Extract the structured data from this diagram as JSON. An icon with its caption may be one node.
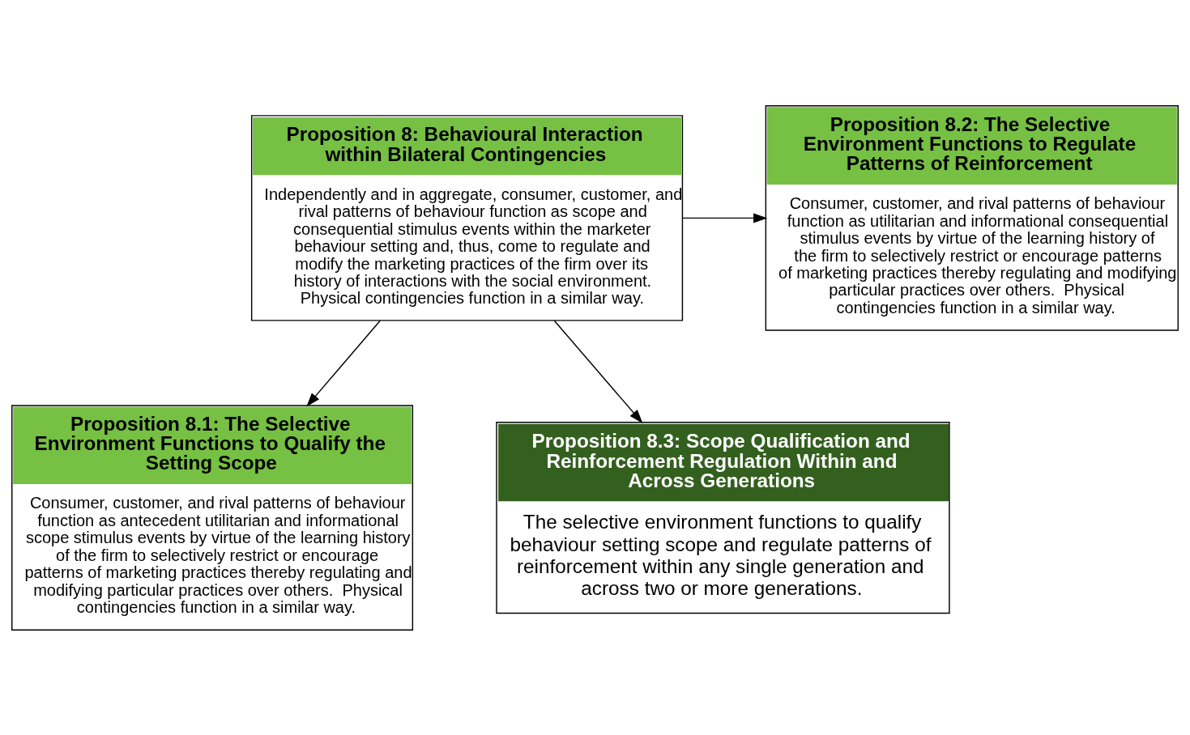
{
  "diagram": {
    "nodes": [
      {
        "text": [
          "Proposition 8: Behavioural Interaction within Bilateral Contingencies",
          "Independently and in aggregate, consumer, customer, and rival patterns of behaviour function as scope and consequential stimulus events within the marketer behaviour setting and, thus, come to regulate and modify the marketing practices of the firm over its history of interactions with the social environment. Physical contingencies function in a similar way."
        ]
      },
      {
        "text": [
          "Proposition 8.2: The Selective Environment Functions to Regulate Patterns of Reinforcement",
          "Consumer, customer, and rival patterns of behaviour function as utilitarian and informational consequential stimulus events by virtue of the learning history of the firm to selectively restrict or encourage patterns of marketing practices thereby regulating and modifying particular practices over others.  Physical contingencies function in a similar way."
        ]
      },
      {
        "text": [
          "Proposition 8.1: The Selective Environment Functions to Qualify the Setting Scope",
          "Consumer, customer, and rival patterns of behaviour function as antecedent utilitarian and informational scope stimulus events by virtue of the learning history of the firm to selectively restrict or encourage patterns of marketing practices thereby regulating and modifying particular practices over others.  Physical contingencies function in a similar way."
        ]
      },
      {
        "text": [
          "Proposition 8.3: Scope Qualification and Reinforcement Regulation Within and Across Generations",
          "The selective environment functions to qualify behaviour setting scope and regulate patterns of reinforcement within any single generation and across two or more generations."
        ]
      }
    ],
    "edges": [
      {
        "from": 0,
        "to": 1,
        "arrow": "to"
      },
      {
        "from": 0,
        "to": 2,
        "arrow": "to"
      },
      {
        "from": 0,
        "to": 3,
        "arrow": "to"
      }
    ]
  }
}
